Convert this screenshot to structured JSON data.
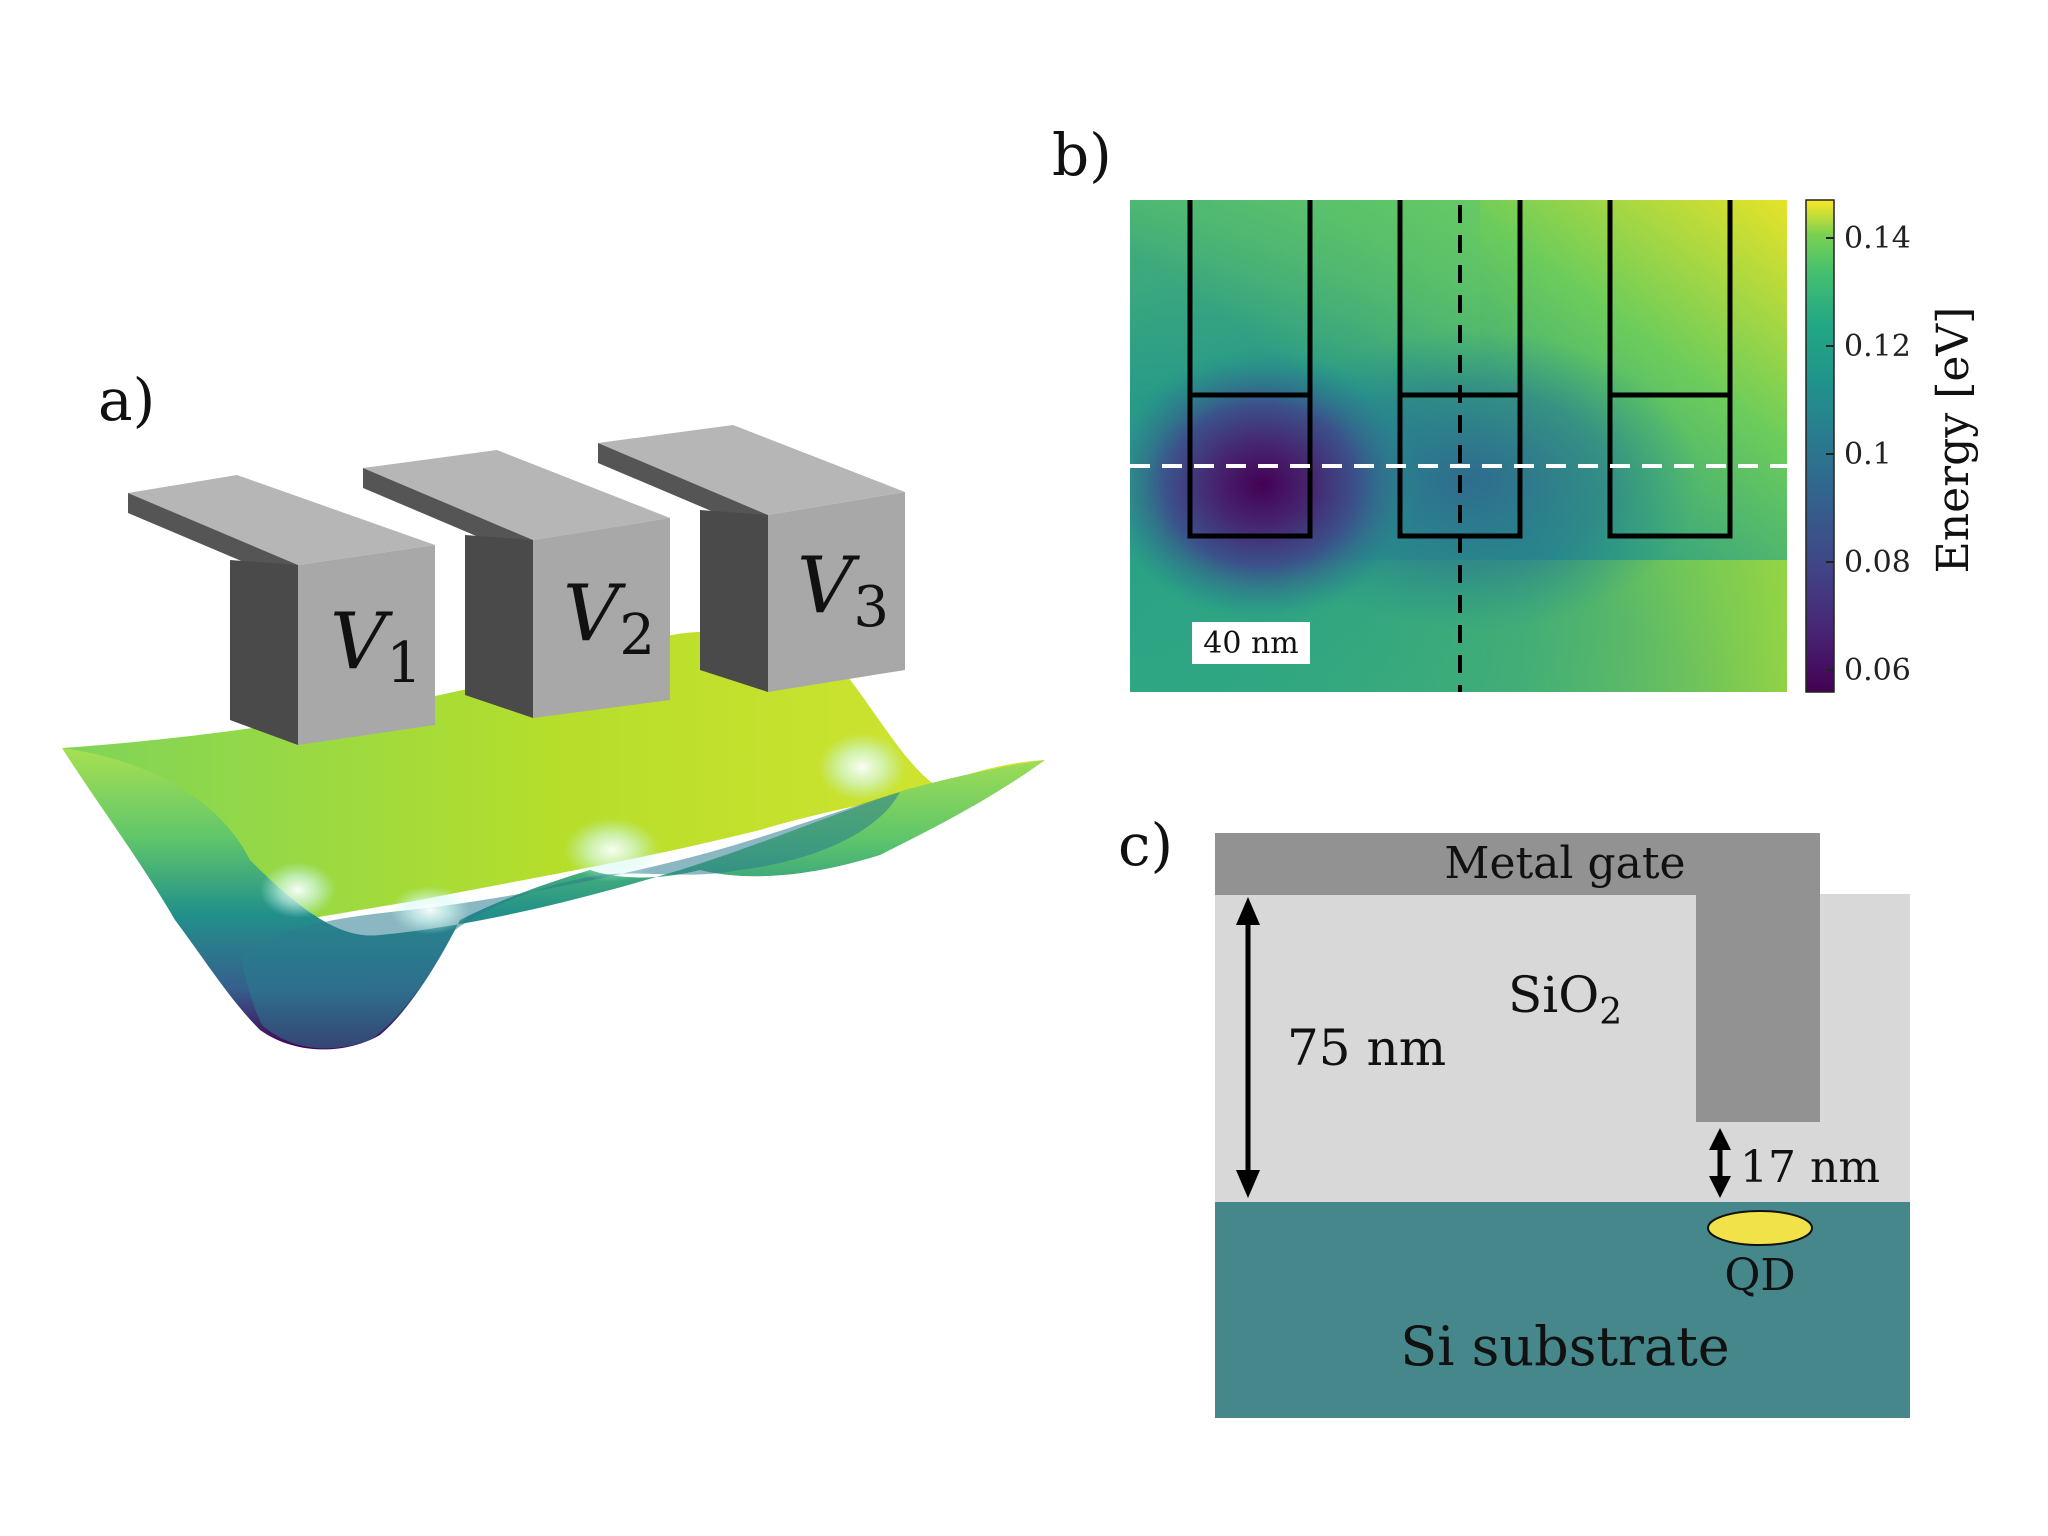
{
  "panels": {
    "a": {
      "label": "a)",
      "gates": [
        {
          "symbol": "V",
          "subscript": "1"
        },
        {
          "symbol": "V",
          "subscript": "2"
        },
        {
          "symbol": "V",
          "subscript": "3"
        }
      ]
    },
    "b": {
      "label": "b)",
      "scale_bar": "40 nm",
      "colorbar": {
        "label": "Energy [eV]",
        "ticks": [
          "0.14",
          "0.12",
          "0.1",
          "0.08",
          "0.06"
        ]
      }
    },
    "c": {
      "label": "c)",
      "metal_gate": "Metal gate",
      "oxide": {
        "base": "SiO",
        "subscript": "2"
      },
      "thickness_label": "75 nm",
      "gap_label": "17 nm",
      "dot_label": "QD",
      "substrate_label": "Si substrate"
    }
  },
  "colors": {
    "gate_front": "#a9a9a9",
    "gate_top": "#b8b8b8",
    "gate_side": "#4a4a4a",
    "metal_gate": "#929292",
    "oxide": "#d9d9d9",
    "substrate": "#45878a",
    "quantum_dot": "#f2e24a",
    "viridis_low": "#440154",
    "viridis_mid": "#21918c",
    "viridis_high": "#fde725"
  }
}
